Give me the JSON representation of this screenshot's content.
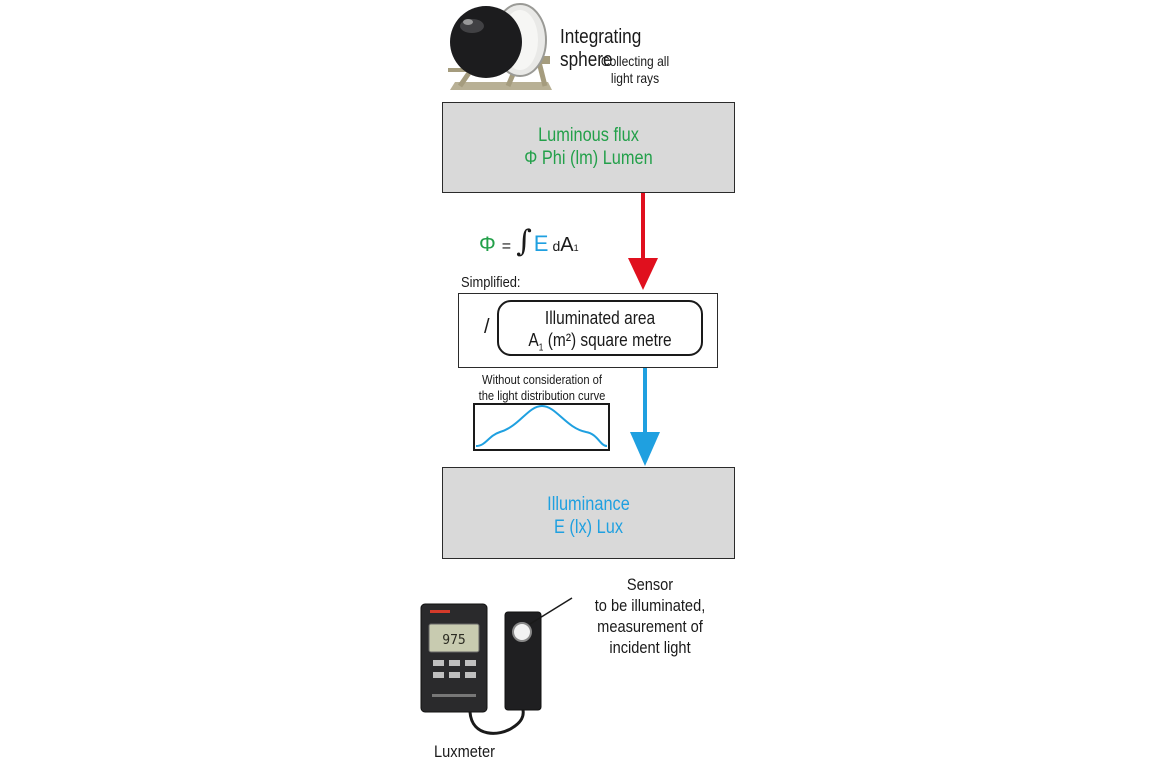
{
  "sphere": {
    "title": "Integrating sphere",
    "subtitle_line1": "Collecting all",
    "subtitle_line2": "light rays"
  },
  "flux_box": {
    "line1": "Luminous flux",
    "line2": "Φ Phi (lm) Lumen",
    "text_color": "#23a04a"
  },
  "formula": {
    "phi": "Φ",
    "equals": "=",
    "integral": "∫",
    "e": "E",
    "d": "d",
    "a": "A",
    "sub": "1"
  },
  "simplified": {
    "label": "Simplified:",
    "operator": "/",
    "area_line1": "Illuminated area",
    "area_line2_prefix": "A",
    "area_line2_sub": "1",
    "area_line2_rest": " (m²) square metre"
  },
  "distribution_note": {
    "line1": "Without consideration of",
    "line2": "the light distribution curve"
  },
  "illuminance_box": {
    "line1": "Illuminance",
    "line2": "E (lx) Lux",
    "text_color": "#1fa0e0"
  },
  "sensor": {
    "line1": "Sensor",
    "line2": "to be illuminated,",
    "line3": "measurement of",
    "line4": "incident light"
  },
  "luxmeter": {
    "label": "Luxmeter",
    "display_value": "975"
  },
  "colors": {
    "red_arrow": "#e0101e",
    "blue_arrow": "#1fa0e0",
    "green": "#23a04a",
    "box_fill": "#d9d9d9"
  }
}
